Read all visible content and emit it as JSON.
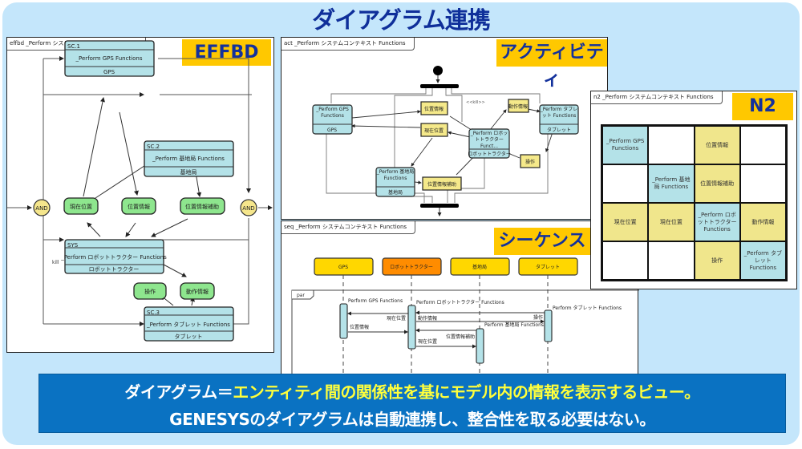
{
  "title": "ダイアグラム連携",
  "effbd": {
    "frame_label": "effbd _Perform システムコンテキスト Functions",
    "badge": "EFFBD",
    "functions": [
      {
        "id": "SC.1",
        "name": "_Perform GPS Functions",
        "component": "GPS"
      },
      {
        "id": "SC.2",
        "name": "_Perform 基地局 Functions",
        "component": "基地局"
      },
      {
        "id": "SYS",
        "name": "_Perform ロボットトラクター Functions",
        "component": "ロボットトラクター"
      },
      {
        "id": "SC.3",
        "name": "_Perform タブレット Functions",
        "component": "タブレット"
      }
    ],
    "items": [
      "現在位置",
      "位置情報",
      "位置情報補助",
      "操作",
      "動作情報"
    ],
    "and_gate_label": "AND",
    "kill_label": "kill"
  },
  "activity": {
    "frame_label": "act _Perform システムコンテキスト Functions",
    "badge": "アクティビティ",
    "actions": [
      {
        "name": "_Perform GPS Functions",
        "component": "GPS"
      },
      {
        "name": "_Perform 基地局 Functions",
        "component": "基地局"
      },
      {
        "name": "_Perform ロボットトラクター Funct...",
        "component": "ロボットトラクター"
      },
      {
        "name": "_Perform タブレット Functions",
        "component": "タブレット"
      }
    ],
    "items": [
      "位置情報",
      "現在位置",
      "位置情報補助",
      "動作情報",
      "操作"
    ],
    "stereotype": "<<kill>>"
  },
  "sequence": {
    "frame_label": "seq _Perform システムコンテキスト Functions",
    "badge": "シーケンス",
    "lifelines": [
      "GPS",
      "ロボットトラクター",
      "基地局",
      "タブレット"
    ],
    "fragment_label": "par",
    "activations": [
      "Perform GPS Functions",
      "Perform ロボットトラクター Functions",
      "Perform 基地局 Functions",
      "Perform タブレット Functions"
    ],
    "messages": [
      "現在位置",
      "位置情報",
      "動作情報",
      "操作",
      "位置情報補助",
      "現在位置"
    ]
  },
  "n2": {
    "frame_label": "n2 _Perform システムコンテキスト Functions",
    "badge": "N2",
    "cells": [
      [
        {
          "type": "func",
          "text": "_Perform GPS Functions"
        },
        {
          "type": "empty",
          "text": ""
        },
        {
          "type": "item",
          "text": "位置情報"
        },
        {
          "type": "empty",
          "text": ""
        }
      ],
      [
        {
          "type": "empty",
          "text": ""
        },
        {
          "type": "func",
          "text": "_Perform 基地局 Functions"
        },
        {
          "type": "item",
          "text": "位置情報補助"
        },
        {
          "type": "empty",
          "text": ""
        }
      ],
      [
        {
          "type": "item",
          "text": "現在位置"
        },
        {
          "type": "item",
          "text": "現在位置"
        },
        {
          "type": "func",
          "text": "_Perform ロボットトラクター Functions"
        },
        {
          "type": "item",
          "text": "動作情報"
        }
      ],
      [
        {
          "type": "empty",
          "text": ""
        },
        {
          "type": "empty",
          "text": ""
        },
        {
          "type": "item",
          "text": "操作"
        },
        {
          "type": "func",
          "text": "_Perform タブレット Functions"
        }
      ]
    ]
  },
  "footer": {
    "line1_prefix": "ダイアグラム＝",
    "line1_highlight": "エンティティ間の関係性を基にモデル内の情報を表示するビュー。",
    "line2": "GENESYSのダイアグラムは自動連携し、整合性を取る必要はない。"
  },
  "colors": {
    "background": "#c4e6fb",
    "title": "#0f2f9a",
    "badge": "#ffc800",
    "function_box": "#b4e2e8",
    "item_green": "#8ee68e",
    "item_yellow": "#f5e98a",
    "and_gate": "#f5e68c",
    "lifeline_yellow": "#ffd700",
    "lifeline_orange": "#ff8c00",
    "footer": "#0a72c2",
    "footer_highlight": "#ffff3c"
  }
}
